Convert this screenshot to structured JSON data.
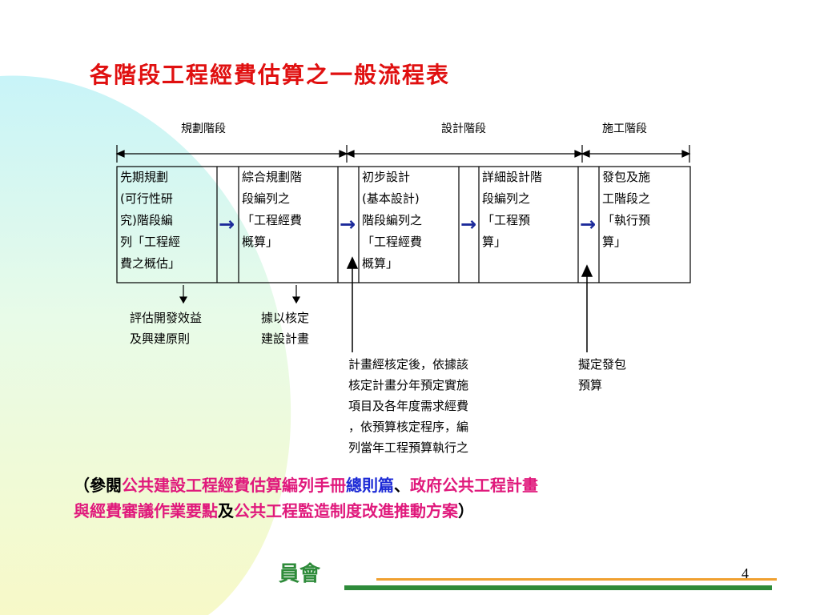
{
  "title": "各階段工程經費估算之一般流程表",
  "phases": [
    "規劃階段",
    "設計階段",
    "施工階段"
  ],
  "boxes": [
    "先期規劃(可行性研究)階段編列「工程經費之概估」",
    "綜合規劃階段編列之「工程經費概算」",
    "初步設計(基本設計)階段編列之「工程經費概算」",
    "詳細設計階段編列之「工程預算」",
    "發包及施工階段之「執行預算」"
  ],
  "box_lines": [
    [
      "先期規劃",
      "(可行性研",
      "究)階段編",
      "列「工程經",
      "費之概估」"
    ],
    [
      "綜合規劃階",
      "段編列之",
      "「工程經費",
      "概算」"
    ],
    [
      "初步設計",
      "(基本設計)",
      "階段編列之",
      "「工程經費",
      "概算」"
    ],
    [
      "詳細設計階",
      "段編列之",
      "「工程預",
      "算」"
    ],
    [
      "發包及施",
      "工階段之",
      "「執行預",
      "算」"
    ]
  ],
  "notes": {
    "evaluate": "評估開發效益\n及興建原則",
    "approve": "據以核定\n建設計畫",
    "plan": "計畫經核定後，依據該\n核定計畫分年預定實施\n項目及各年度需求經費\n，依預算核定程序，編\n列當年工程預算執行之",
    "bid": "擬定發包\n預算"
  },
  "reference": {
    "open": "（參閱",
    "doc1": "公共建設工程經費估算編列手冊",
    "doc1_suffix": "總則篇",
    "sep": "、",
    "doc2_line1": "政府公共工程計畫",
    "doc2_line2": "與經費審議作業要點",
    "and": "及",
    "doc3": "公共工程監造制度改進推動方案",
    "close": "）"
  },
  "footer": {
    "logo_text": "員會",
    "page_number": "4"
  },
  "colors": {
    "title": "#e01010",
    "pink": "#e0197c",
    "blue": "#1c2ad6",
    "arrow": "#1c2a9a",
    "green": "#2e8b3a",
    "orange": "#f0a030"
  }
}
